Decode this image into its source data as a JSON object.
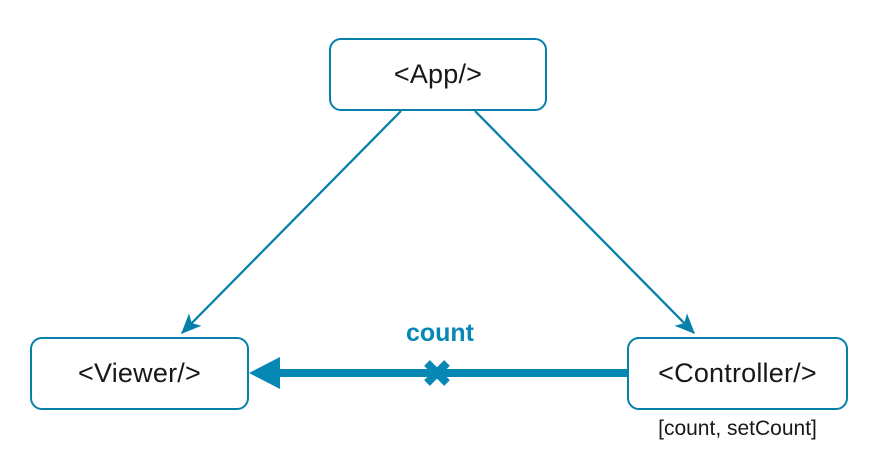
{
  "diagram": {
    "title": "react-state-lifting-diagram",
    "colors": {
      "accent": "#0680ab",
      "label_accent": "#0787b4",
      "text": "#17181a",
      "background": "#ffffff"
    },
    "nodes": [
      {
        "id": "app",
        "label": "<App/>"
      },
      {
        "id": "viewer",
        "label": "<Viewer/>"
      },
      {
        "id": "controller",
        "label": "<Controller/>",
        "caption": "[count, setCount]"
      }
    ],
    "edges": [
      {
        "id": "app-to-viewer",
        "from": "<App/>",
        "to": "<Viewer/>",
        "style": "thin-arrow",
        "label": ""
      },
      {
        "id": "app-to-controller",
        "from": "<App/>",
        "to": "<Controller/>",
        "style": "thin-arrow",
        "label": ""
      },
      {
        "id": "controller-to-viewer",
        "from": "<Controller/>",
        "to": "<Viewer/>",
        "style": "thick-arrow-blocked",
        "label": "count",
        "marker": "cross"
      }
    ]
  }
}
